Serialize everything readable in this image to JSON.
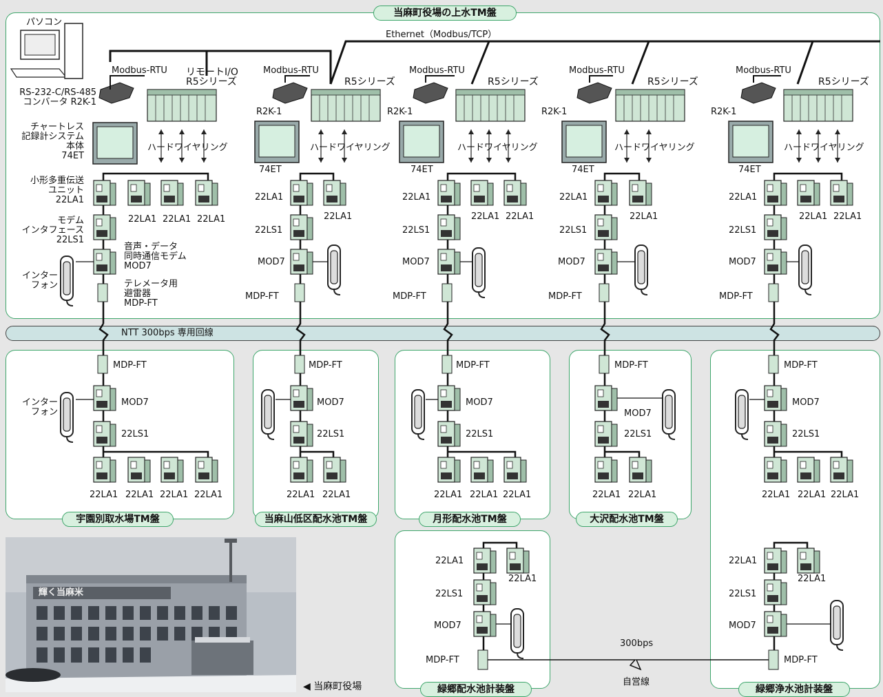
{
  "main_title": "当麻町役場の上水TM盤",
  "ethernet": "Ethernet（Modbus/TCP）",
  "modbus_rtu": "Modbus-RTU",
  "pc": "パソコン",
  "converter_line1": "RS-232-C/RS-485",
  "converter_line2": "コンバータ R2K-1",
  "remote_io_line1": "リモートI/O",
  "remote_io_line2": "R5シリーズ",
  "r5_series": "R5シリーズ",
  "r2k1": "R2K-1",
  "recorder_line1": "チャートレス",
  "recorder_line2": "記録計システム",
  "recorder_line3": "本体",
  "recorder_line4": "74ET",
  "model_74et": "74ET",
  "hardwiring": "ハードワイヤリング",
  "tx_line1": "小形多重伝送",
  "tx_line2": "ユニット",
  "tx_line3": "22LA1",
  "modem_line1": "モデム",
  "modem_line2": "インタフェース",
  "modem_line3": "22LS1",
  "voice_line1": "音声・データ",
  "voice_line2": "同時通信モデム",
  "voice_line3": "MOD7",
  "tele_line1": "テレメータ用",
  "tele_line2": "避雷器",
  "tele_line3": "MDP-FT",
  "interphone_line1": "インター",
  "interphone_line2": "フォン",
  "la1": "22LA1",
  "ls1": "22LS1",
  "mod7": "MOD7",
  "mdpft": "MDP-FT",
  "ntt": "NTT 300bps 専用回線",
  "panels": {
    "p1": "宇園別取水場TM盤",
    "p2": "当麻山低区配水池TM盤",
    "p3": "月形配水池TM盤",
    "p4": "大沢配水池TM盤",
    "p5": "緑郷配水池計装盤",
    "p6": "緑郷浄水池計装盤"
  },
  "bps300": "300bps",
  "private_line": "自営線",
  "photo_caption": "◀ 当麻町役場",
  "photo_sign": "輝く当麻米"
}
